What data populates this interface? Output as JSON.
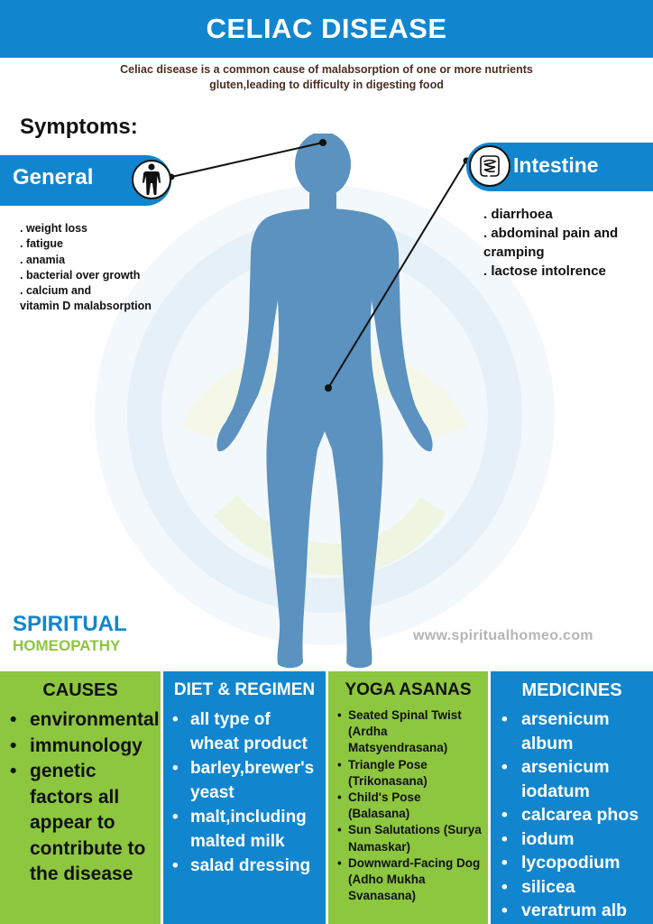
{
  "title": "CELIAC DISEASE",
  "intro": "Celiac disease is a common cause of malabsorption of one or more nutrients gluten,leading to difficulty in digesting food",
  "symptoms_heading": "Symptoms:",
  "general": {
    "label": "General",
    "icon": "human-body-icon",
    "items": [
      ". weight loss",
      ". fatigue",
      ". anamia",
      ". bacterial over growth",
      ". calcium and",
      "vitamin D malabsorption"
    ]
  },
  "intestine": {
    "label": "Intestine",
    "icon": "intestine-icon",
    "items": [
      ". diarrhoea",
      ". abdominal pain and cramping",
      ". lactose intolrence"
    ]
  },
  "brand": {
    "line1": "SPIRITUAL",
    "line2": "HOMEOPATHY"
  },
  "website": "www.spiritualhomeo.com",
  "columns": {
    "causes": {
      "heading": "CAUSES",
      "items": [
        "environmental",
        "immunology",
        "genetic factors all appear to contribute to the disease"
      ]
    },
    "diet": {
      "heading": "DIET & REGIMEN",
      "items": [
        "all type of wheat product",
        "barley,brewer's yeast",
        "malt,including malted milk",
        "salad dressing"
      ]
    },
    "yoga": {
      "heading": "YOGA ASANAS",
      "items": [
        "Seated Spinal Twist (Ardha Matsyendrasana)",
        "Triangle Pose (Trikonasana)",
        "Child's Pose (Balasana)",
        "Sun Salutations (Surya Namaskar)",
        "Downward-Facing Dog (Adho Mukha Svanasana)"
      ]
    },
    "medicines": {
      "heading": "MEDICINES",
      "items": [
        "arsenicum album",
        "arsenicum iodatum",
        "calcarea phos",
        "iodum",
        "lycopodium",
        "silicea",
        "veratrum alb"
      ]
    }
  },
  "colors": {
    "primary_blue": "#1186cf",
    "green": "#8dc63f",
    "figure": "#5b92bf"
  }
}
